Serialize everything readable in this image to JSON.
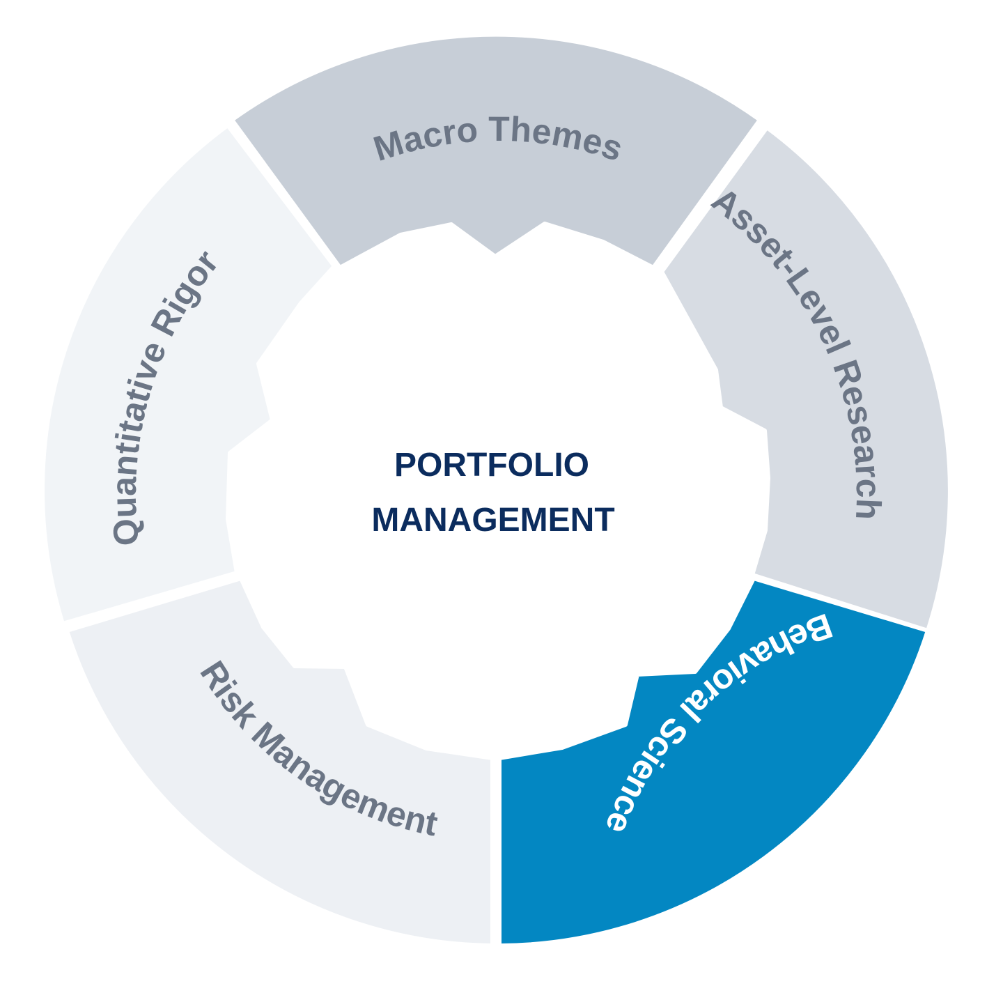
{
  "center": {
    "line1": "PORTFOLIO",
    "line2": "MANAGEMENT",
    "color": "#0b2c5e"
  },
  "segments": [
    {
      "label": "Macro Themes",
      "fill": "#c7ced7",
      "text_color": "#6b7585"
    },
    {
      "label": "Asset-Level Research",
      "fill": "#d7dce3",
      "text_color": "#6b7585"
    },
    {
      "label": "Behavioral Science",
      "fill": "#0387c2",
      "text_color": "#ffffff"
    },
    {
      "label": "Risk Management",
      "fill": "#edf0f4",
      "text_color": "#6b7585"
    },
    {
      "label": "Quantitative Rigor",
      "fill": "#f1f4f7",
      "text_color": "#6b7585"
    }
  ]
}
